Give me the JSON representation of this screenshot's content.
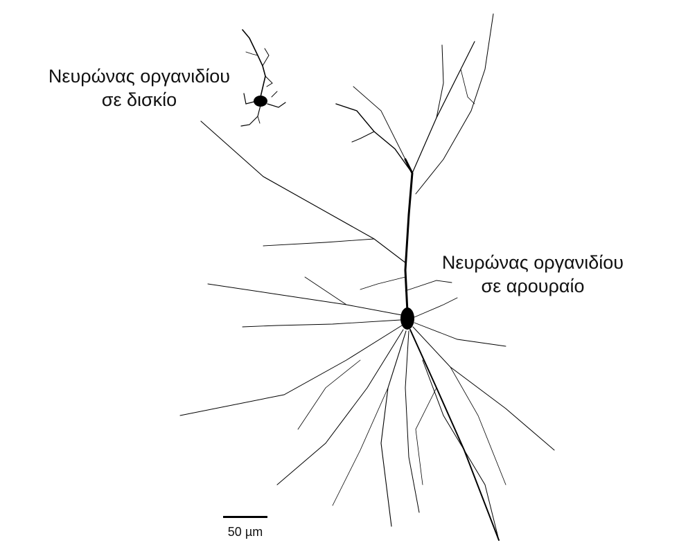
{
  "labels": {
    "dish": {
      "line1": "Νευρώνας οργανιδίου",
      "line2": "σε δισκίο"
    },
    "rat": {
      "line1": "Νευρώνας οργανιδίου",
      "line2": "σε αρουραίο"
    }
  },
  "scale_bar": {
    "text": "50 µm"
  },
  "colors": {
    "neuron": "#000000",
    "background": "#ffffff",
    "text": "#111111"
  }
}
